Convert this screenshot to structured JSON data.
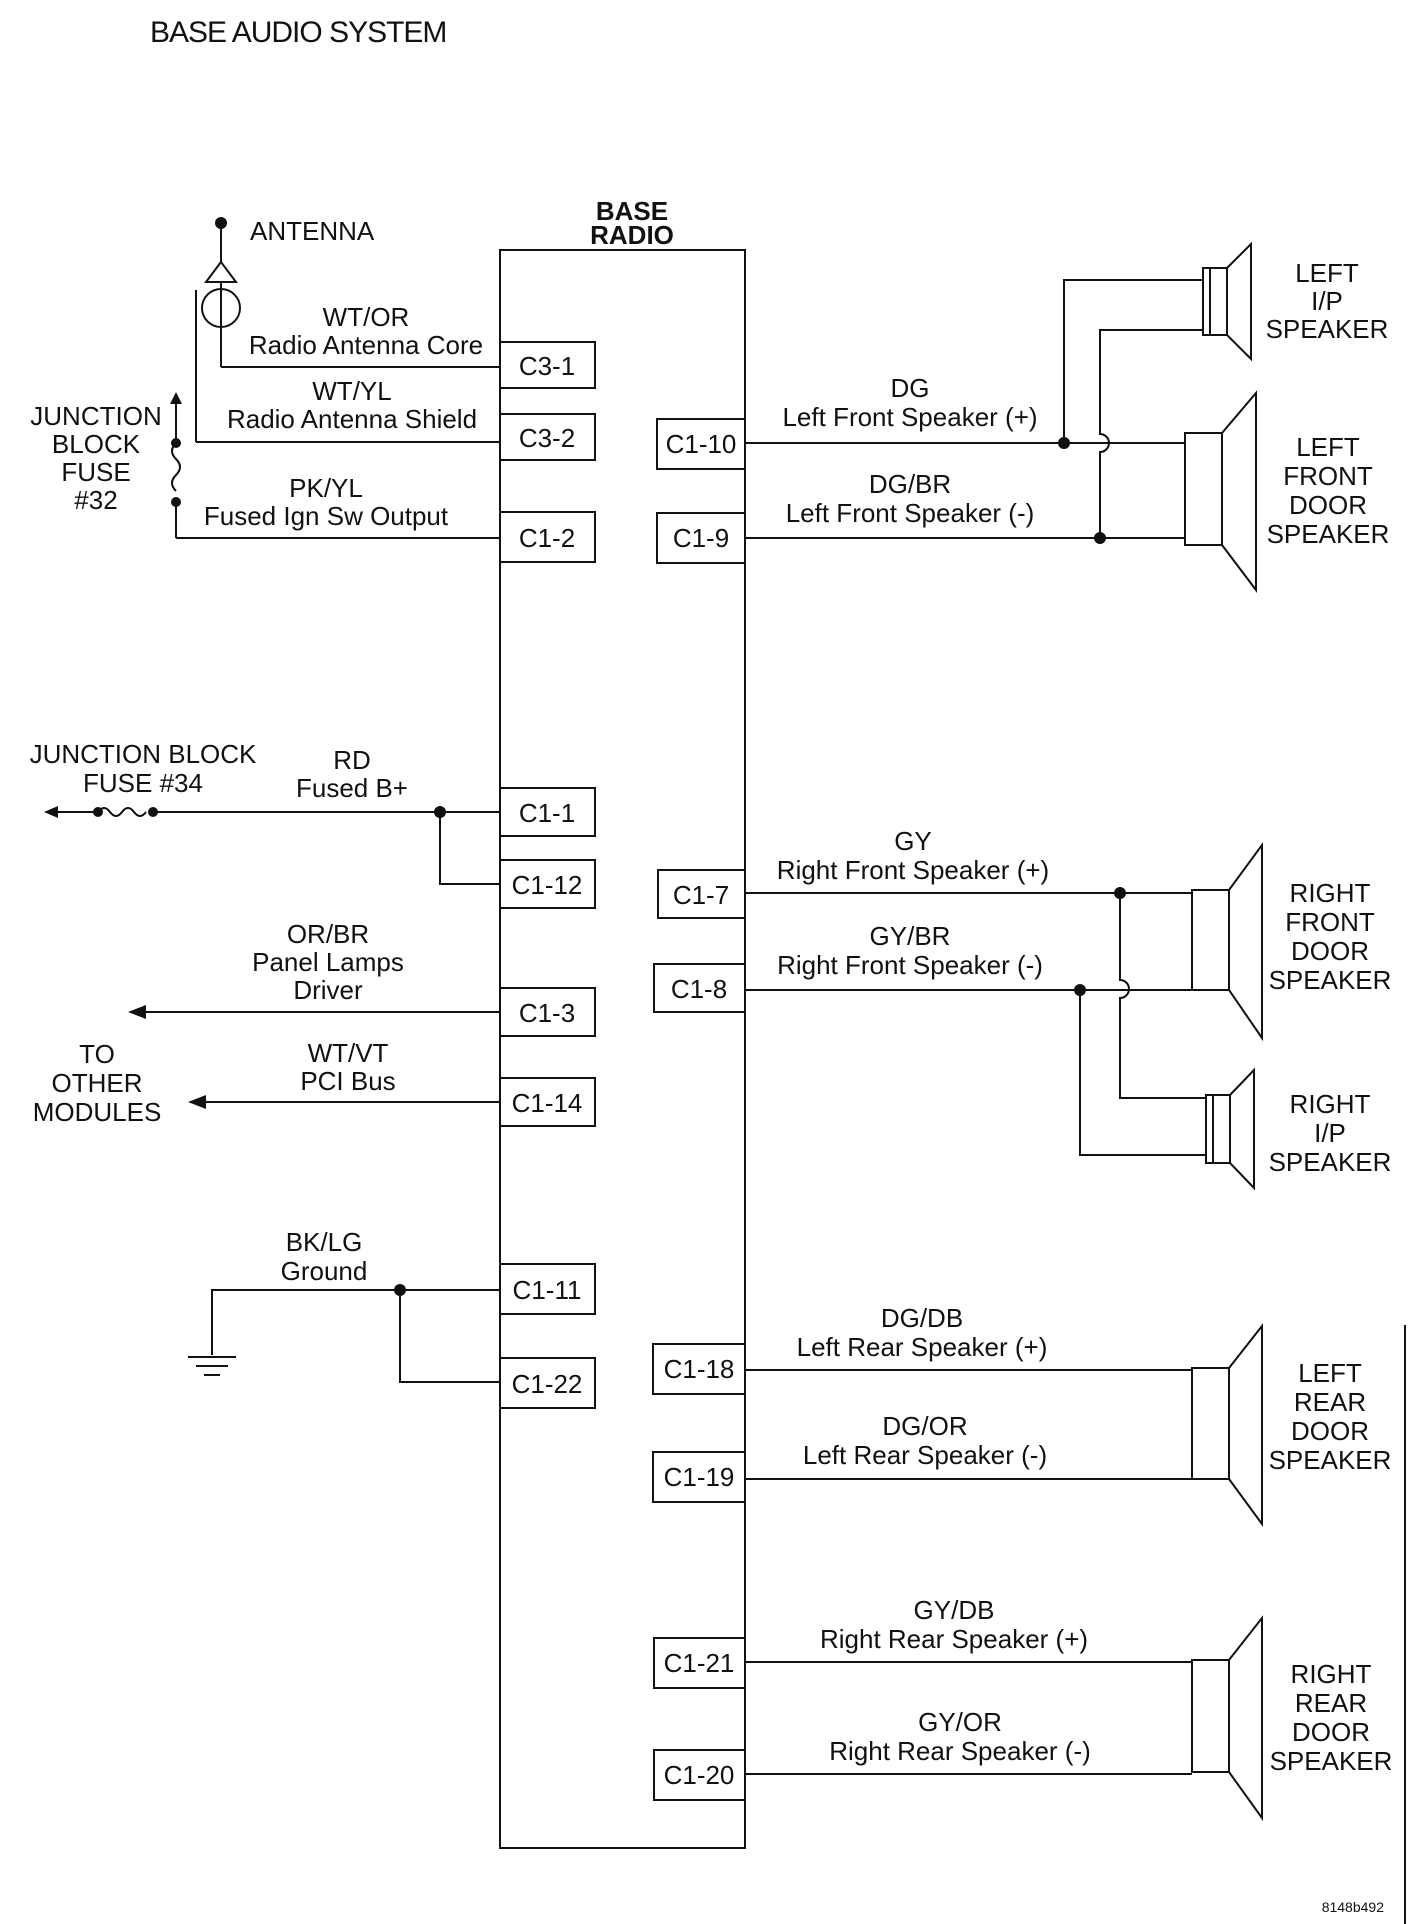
{
  "title": "BASE AUDIO SYSTEM",
  "radio_label": [
    "BASE",
    "RADIO"
  ],
  "antenna_label": "ANTENNA",
  "junction_fuse_32": [
    "JUNCTION",
    "BLOCK",
    "FUSE",
    "#32"
  ],
  "junction_fuse_34": [
    "JUNCTION BLOCK",
    "FUSE #34"
  ],
  "to_other_modules": [
    "TO",
    "OTHER",
    "MODULES"
  ],
  "left_wires": {
    "c3_1": {
      "pin": "C3-1",
      "color": "WT/OR",
      "desc": "Radio Antenna Core"
    },
    "c3_2": {
      "pin": "C3-2",
      "color": "WT/YL",
      "desc": "Radio Antenna Shield"
    },
    "c1_2": {
      "pin": "C1-2",
      "color": "PK/YL",
      "desc": "Fused Ign Sw Output"
    },
    "c1_1": {
      "pin": "C1-1",
      "color": "RD",
      "desc": "Fused B+"
    },
    "c1_12": {
      "pin": "C1-12"
    },
    "c1_3": {
      "pin": "C1-3",
      "color": "OR/BR",
      "desc": [
        "Panel Lamps",
        "Driver"
      ]
    },
    "c1_14": {
      "pin": "C1-14",
      "color": "WT/VT",
      "desc": "PCI Bus"
    },
    "c1_11": {
      "pin": "C1-11",
      "color": "BK/LG",
      "desc": "Ground"
    },
    "c1_22": {
      "pin": "C1-22"
    }
  },
  "right_wires": {
    "c1_10": {
      "pin": "C1-10",
      "color": "DG",
      "desc": "Left Front Speaker (+)"
    },
    "c1_9": {
      "pin": "C1-9",
      "color": "DG/BR",
      "desc": "Left Front Speaker (-)"
    },
    "c1_7": {
      "pin": "C1-7",
      "color": "GY",
      "desc": "Right Front Speaker (+)"
    },
    "c1_8": {
      "pin": "C1-8",
      "color": "GY/BR",
      "desc": "Right Front Speaker (-)"
    },
    "c1_18": {
      "pin": "C1-18",
      "color": "DG/DB",
      "desc": "Left Rear Speaker (+)"
    },
    "c1_19": {
      "pin": "C1-19",
      "color": "DG/OR",
      "desc": "Left Rear Speaker (-)"
    },
    "c1_21": {
      "pin": "C1-21",
      "color": "GY/DB",
      "desc": "Right Rear Speaker (+)"
    },
    "c1_20": {
      "pin": "C1-20",
      "color": "GY/OR",
      "desc": "Right Rear Speaker (-)"
    }
  },
  "speakers": {
    "left_ip": [
      "LEFT",
      "I/P",
      "SPEAKER"
    ],
    "left_front_door": [
      "LEFT",
      "FRONT",
      "DOOR",
      "SPEAKER"
    ],
    "right_front_door": [
      "RIGHT",
      "FRONT",
      "DOOR",
      "SPEAKER"
    ],
    "right_ip": [
      "RIGHT",
      "I/P",
      "SPEAKER"
    ],
    "left_rear_door": [
      "LEFT",
      "REAR",
      "DOOR",
      "SPEAKER"
    ],
    "right_rear_door": [
      "RIGHT",
      "REAR",
      "DOOR",
      "SPEAKER"
    ]
  },
  "figure_id": "8148b492"
}
